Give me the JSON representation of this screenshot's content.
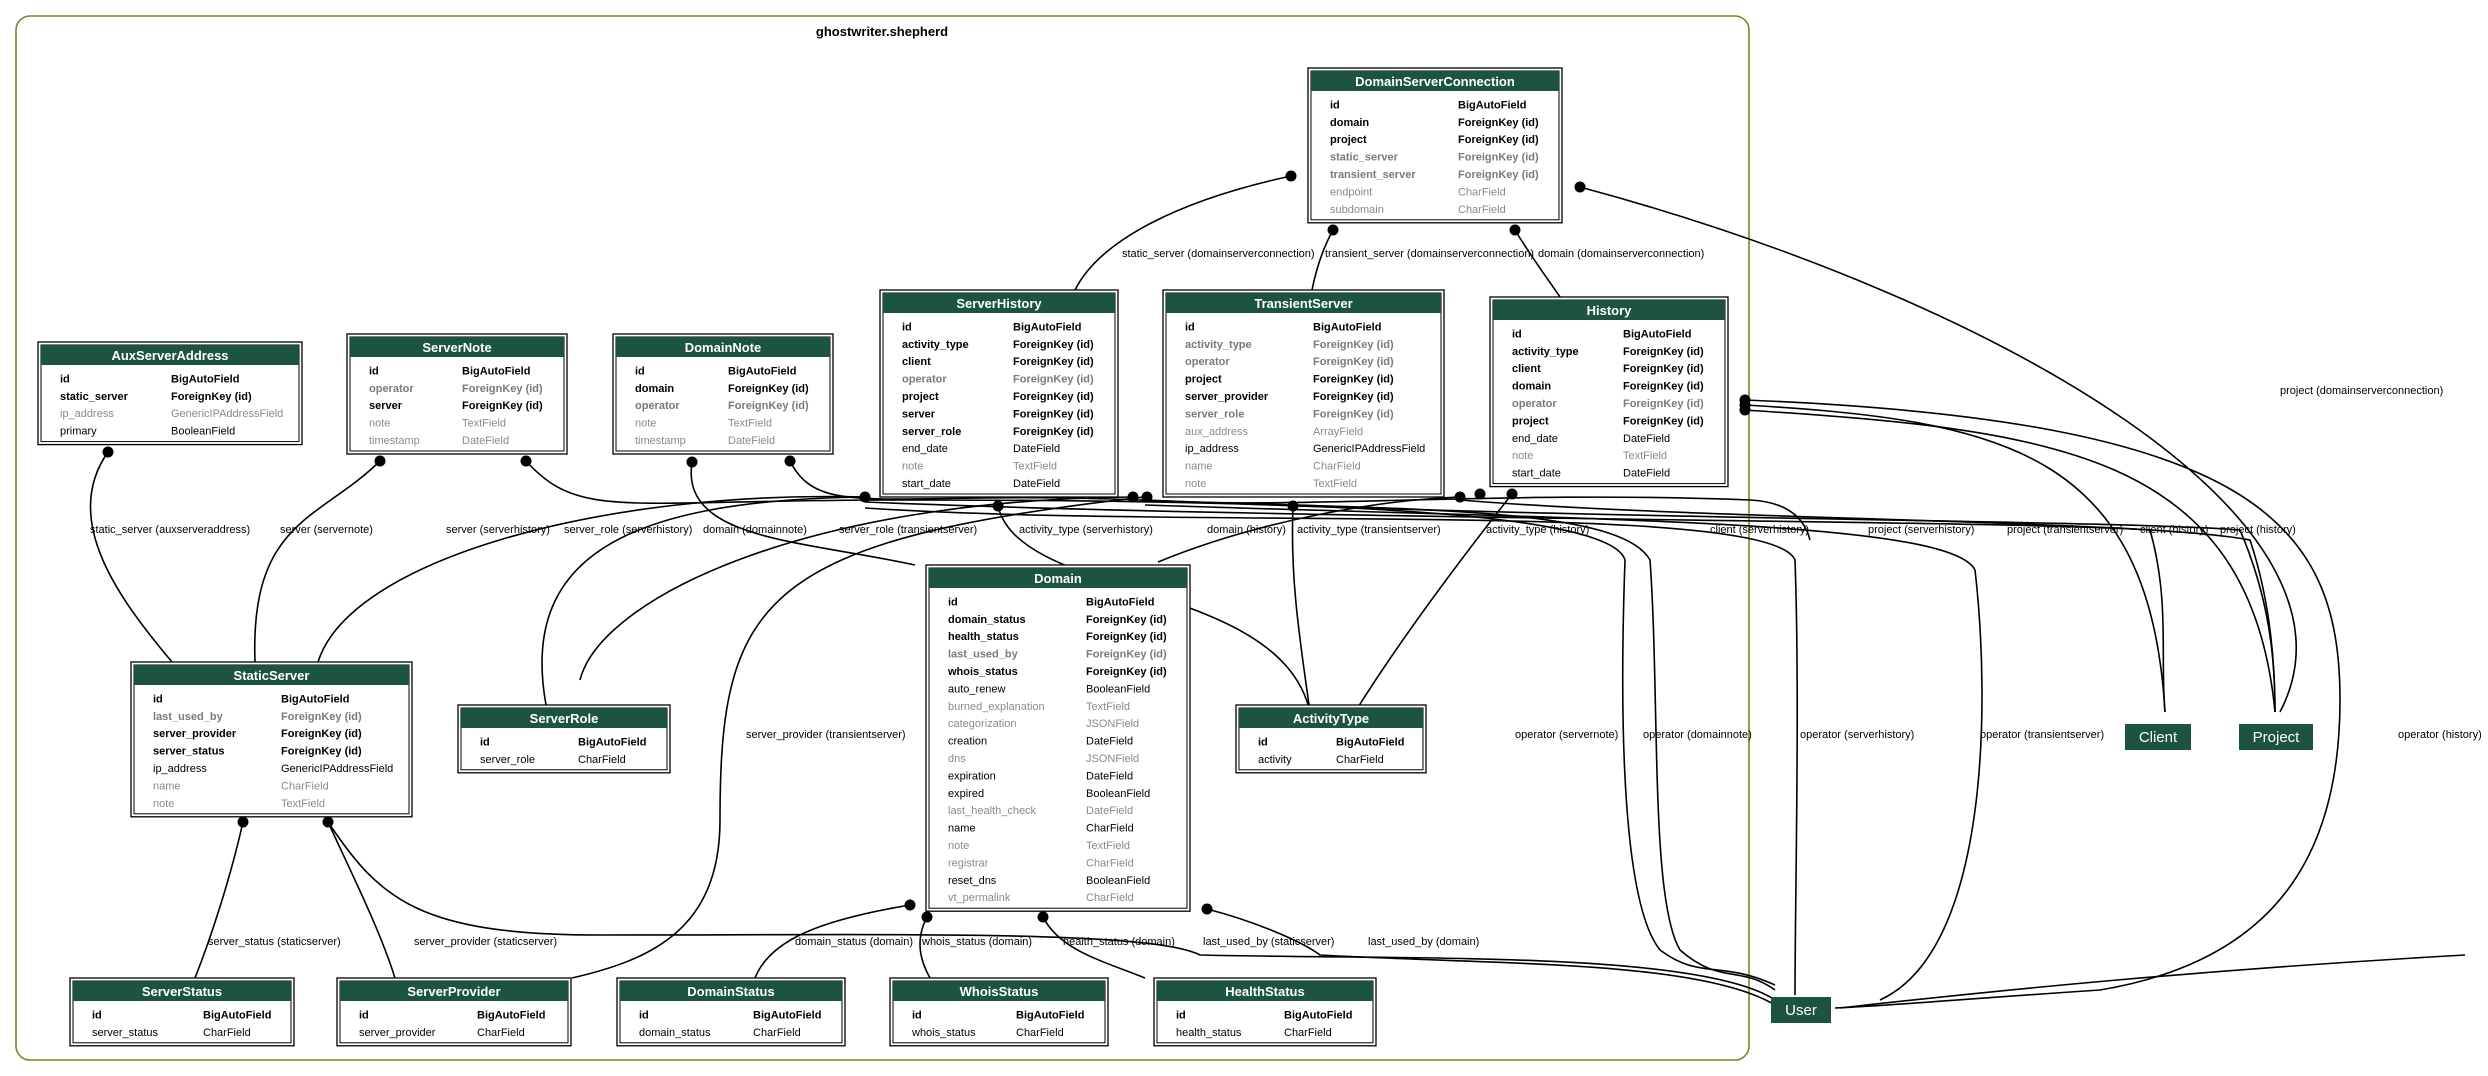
{
  "cluster": {
    "title": "ghostwriter.shepherd"
  },
  "tables": [
    {
      "id": "DomainServerConnection",
      "title": "DomainServerConnection",
      "fields": [
        {
          "name": "id",
          "type": "BigAutoField",
          "style": "bold"
        },
        {
          "name": "domain",
          "type": "ForeignKey (id)",
          "style": "bold"
        },
        {
          "name": "project",
          "type": "ForeignKey (id)",
          "style": "bold"
        },
        {
          "name": "static_server",
          "type": "ForeignKey (id)",
          "style": "greybold"
        },
        {
          "name": "transient_server",
          "type": "ForeignKey (id)",
          "style": "greybold"
        },
        {
          "name": "endpoint",
          "type": "CharField",
          "style": "grey"
        },
        {
          "name": "subdomain",
          "type": "CharField",
          "style": "grey"
        }
      ]
    },
    {
      "id": "ServerHistory",
      "title": "ServerHistory",
      "fields": [
        {
          "name": "id",
          "type": "BigAutoField",
          "style": "bold"
        },
        {
          "name": "activity_type",
          "type": "ForeignKey (id)",
          "style": "bold"
        },
        {
          "name": "client",
          "type": "ForeignKey (id)",
          "style": "bold"
        },
        {
          "name": "operator",
          "type": "ForeignKey (id)",
          "style": "greybold"
        },
        {
          "name": "project",
          "type": "ForeignKey (id)",
          "style": "bold"
        },
        {
          "name": "server",
          "type": "ForeignKey (id)",
          "style": "bold"
        },
        {
          "name": "server_role",
          "type": "ForeignKey (id)",
          "style": "bold"
        },
        {
          "name": "end_date",
          "type": "DateField",
          "style": "normal"
        },
        {
          "name": "note",
          "type": "TextField",
          "style": "grey"
        },
        {
          "name": "start_date",
          "type": "DateField",
          "style": "normal"
        }
      ]
    },
    {
      "id": "TransientServer",
      "title": "TransientServer",
      "fields": [
        {
          "name": "id",
          "type": "BigAutoField",
          "style": "bold"
        },
        {
          "name": "activity_type",
          "type": "ForeignKey (id)",
          "style": "greybold"
        },
        {
          "name": "operator",
          "type": "ForeignKey (id)",
          "style": "greybold"
        },
        {
          "name": "project",
          "type": "ForeignKey (id)",
          "style": "bold"
        },
        {
          "name": "server_provider",
          "type": "ForeignKey (id)",
          "style": "bold"
        },
        {
          "name": "server_role",
          "type": "ForeignKey (id)",
          "style": "greybold"
        },
        {
          "name": "aux_address",
          "type": "ArrayField",
          "style": "grey"
        },
        {
          "name": "ip_address",
          "type": "GenericIPAddressField",
          "style": "normal"
        },
        {
          "name": "name",
          "type": "CharField",
          "style": "grey"
        },
        {
          "name": "note",
          "type": "TextField",
          "style": "grey"
        }
      ]
    },
    {
      "id": "History",
      "title": "History",
      "fields": [
        {
          "name": "id",
          "type": "BigAutoField",
          "style": "bold"
        },
        {
          "name": "activity_type",
          "type": "ForeignKey (id)",
          "style": "bold"
        },
        {
          "name": "client",
          "type": "ForeignKey (id)",
          "style": "bold"
        },
        {
          "name": "domain",
          "type": "ForeignKey (id)",
          "style": "bold"
        },
        {
          "name": "operator",
          "type": "ForeignKey (id)",
          "style": "greybold"
        },
        {
          "name": "project",
          "type": "ForeignKey (id)",
          "style": "bold"
        },
        {
          "name": "end_date",
          "type": "DateField",
          "style": "normal"
        },
        {
          "name": "note",
          "type": "TextField",
          "style": "grey"
        },
        {
          "name": "start_date",
          "type": "DateField",
          "style": "normal"
        }
      ]
    },
    {
      "id": "AuxServerAddress",
      "title": "AuxServerAddress",
      "fields": [
        {
          "name": "id",
          "type": "BigAutoField",
          "style": "bold"
        },
        {
          "name": "static_server",
          "type": "ForeignKey (id)",
          "style": "bold"
        },
        {
          "name": "ip_address",
          "type": "GenericIPAddressField",
          "style": "grey"
        },
        {
          "name": "primary",
          "type": "BooleanField",
          "style": "normal"
        }
      ]
    },
    {
      "id": "ServerNote",
      "title": "ServerNote",
      "fields": [
        {
          "name": "id",
          "type": "BigAutoField",
          "style": "bold"
        },
        {
          "name": "operator",
          "type": "ForeignKey (id)",
          "style": "greybold"
        },
        {
          "name": "server",
          "type": "ForeignKey (id)",
          "style": "bold"
        },
        {
          "name": "note",
          "type": "TextField",
          "style": "grey"
        },
        {
          "name": "timestamp",
          "type": "DateField",
          "style": "grey"
        }
      ]
    },
    {
      "id": "DomainNote",
      "title": "DomainNote",
      "fields": [
        {
          "name": "id",
          "type": "BigAutoField",
          "style": "bold"
        },
        {
          "name": "domain",
          "type": "ForeignKey (id)",
          "style": "bold"
        },
        {
          "name": "operator",
          "type": "ForeignKey (id)",
          "style": "greybold"
        },
        {
          "name": "note",
          "type": "TextField",
          "style": "grey"
        },
        {
          "name": "timestamp",
          "type": "DateField",
          "style": "grey"
        }
      ]
    },
    {
      "id": "Domain",
      "title": "Domain",
      "fields": [
        {
          "name": "id",
          "type": "BigAutoField",
          "style": "bold"
        },
        {
          "name": "domain_status",
          "type": "ForeignKey (id)",
          "style": "bold"
        },
        {
          "name": "health_status",
          "type": "ForeignKey (id)",
          "style": "bold"
        },
        {
          "name": "last_used_by",
          "type": "ForeignKey (id)",
          "style": "greybold"
        },
        {
          "name": "whois_status",
          "type": "ForeignKey (id)",
          "style": "bold"
        },
        {
          "name": "auto_renew",
          "type": "BooleanField",
          "style": "normal"
        },
        {
          "name": "burned_explanation",
          "type": "TextField",
          "style": "grey"
        },
        {
          "name": "categorization",
          "type": "JSONField",
          "style": "grey"
        },
        {
          "name": "creation",
          "type": "DateField",
          "style": "normal"
        },
        {
          "name": "dns",
          "type": "JSONField",
          "style": "grey"
        },
        {
          "name": "expiration",
          "type": "DateField",
          "style": "normal"
        },
        {
          "name": "expired",
          "type": "BooleanField",
          "style": "normal"
        },
        {
          "name": "last_health_check",
          "type": "DateField",
          "style": "grey"
        },
        {
          "name": "name",
          "type": "CharField",
          "style": "normal"
        },
        {
          "name": "note",
          "type": "TextField",
          "style": "grey"
        },
        {
          "name": "registrar",
          "type": "CharField",
          "style": "grey"
        },
        {
          "name": "reset_dns",
          "type": "BooleanField",
          "style": "normal"
        },
        {
          "name": "vt_permalink",
          "type": "CharField",
          "style": "grey"
        }
      ]
    },
    {
      "id": "StaticServer",
      "title": "StaticServer",
      "fields": [
        {
          "name": "id",
          "type": "BigAutoField",
          "style": "bold"
        },
        {
          "name": "last_used_by",
          "type": "ForeignKey (id)",
          "style": "greybold"
        },
        {
          "name": "server_provider",
          "type": "ForeignKey (id)",
          "style": "bold"
        },
        {
          "name": "server_status",
          "type": "ForeignKey (id)",
          "style": "bold"
        },
        {
          "name": "ip_address",
          "type": "GenericIPAddressField",
          "style": "normal"
        },
        {
          "name": "name",
          "type": "CharField",
          "style": "grey"
        },
        {
          "name": "note",
          "type": "TextField",
          "style": "grey"
        }
      ]
    },
    {
      "id": "ServerRole",
      "title": "ServerRole",
      "fields": [
        {
          "name": "id",
          "type": "BigAutoField",
          "style": "bold"
        },
        {
          "name": "server_role",
          "type": "CharField",
          "style": "normal"
        }
      ]
    },
    {
      "id": "ActivityType",
      "title": "ActivityType",
      "fields": [
        {
          "name": "id",
          "type": "BigAutoField",
          "style": "bold"
        },
        {
          "name": "activity",
          "type": "CharField",
          "style": "normal"
        }
      ]
    },
    {
      "id": "ServerStatus",
      "title": "ServerStatus",
      "fields": [
        {
          "name": "id",
          "type": "BigAutoField",
          "style": "bold"
        },
        {
          "name": "server_status",
          "type": "CharField",
          "style": "normal"
        }
      ]
    },
    {
      "id": "ServerProvider",
      "title": "ServerProvider",
      "fields": [
        {
          "name": "id",
          "type": "BigAutoField",
          "style": "bold"
        },
        {
          "name": "server_provider",
          "type": "CharField",
          "style": "normal"
        }
      ]
    },
    {
      "id": "DomainStatus",
      "title": "DomainStatus",
      "fields": [
        {
          "name": "id",
          "type": "BigAutoField",
          "style": "bold"
        },
        {
          "name": "domain_status",
          "type": "CharField",
          "style": "normal"
        }
      ]
    },
    {
      "id": "WhoisStatus",
      "title": "WhoisStatus",
      "fields": [
        {
          "name": "id",
          "type": "BigAutoField",
          "style": "bold"
        },
        {
          "name": "whois_status",
          "type": "CharField",
          "style": "normal"
        }
      ]
    },
    {
      "id": "HealthStatus",
      "title": "HealthStatus",
      "fields": [
        {
          "name": "id",
          "type": "BigAutoField",
          "style": "bold"
        },
        {
          "name": "health_status",
          "type": "CharField",
          "style": "normal"
        }
      ]
    }
  ],
  "external_nodes": [
    {
      "id": "Client",
      "label": "Client"
    },
    {
      "id": "Project",
      "label": "Project"
    },
    {
      "id": "User",
      "label": "User"
    }
  ],
  "edge_labels": [
    {
      "id": "e1",
      "text": "static_server (domainserverconnection)"
    },
    {
      "id": "e2",
      "text": "transient_server (domainserverconnection)"
    },
    {
      "id": "e3",
      "text": "domain (domainserverconnection)"
    },
    {
      "id": "e4",
      "text": "project (domainserverconnection)"
    },
    {
      "id": "e5",
      "text": "static_server (auxserveraddress)"
    },
    {
      "id": "e6",
      "text": "server (servernote)"
    },
    {
      "id": "e7",
      "text": "server (serverhistory)"
    },
    {
      "id": "e8",
      "text": "server_role (serverhistory)"
    },
    {
      "id": "e9",
      "text": "domain (domainnote)"
    },
    {
      "id": "e10",
      "text": "server_role (transientserver)"
    },
    {
      "id": "e11",
      "text": "activity_type (serverhistory)"
    },
    {
      "id": "e12",
      "text": "domain (history)"
    },
    {
      "id": "e13",
      "text": "activity_type (transientserver)"
    },
    {
      "id": "e14",
      "text": "activity_type (history)"
    },
    {
      "id": "e15",
      "text": "client (serverhistory)"
    },
    {
      "id": "e16",
      "text": "project (serverhistory)"
    },
    {
      "id": "e17",
      "text": "project (transientserver)"
    },
    {
      "id": "e18",
      "text": "client (history)"
    },
    {
      "id": "e19",
      "text": "project (history)"
    },
    {
      "id": "e20",
      "text": "server_provider (transientserver)"
    },
    {
      "id": "e21",
      "text": "operator (servernote)"
    },
    {
      "id": "e22",
      "text": "operator (domainnote)"
    },
    {
      "id": "e23",
      "text": "operator (serverhistory)"
    },
    {
      "id": "e24",
      "text": "operator (transientserver)"
    },
    {
      "id": "e25",
      "text": "operator (history)"
    },
    {
      "id": "e26",
      "text": "server_status (staticserver)"
    },
    {
      "id": "e27",
      "text": "server_provider (staticserver)"
    },
    {
      "id": "e28",
      "text": "domain_status (domain)"
    },
    {
      "id": "e29",
      "text": "whois_status (domain)"
    },
    {
      "id": "e30",
      "text": "health_status (domain)"
    },
    {
      "id": "e31",
      "text": "last_used_by (staticserver)"
    },
    {
      "id": "e32",
      "text": "last_used_by (domain)"
    }
  ]
}
